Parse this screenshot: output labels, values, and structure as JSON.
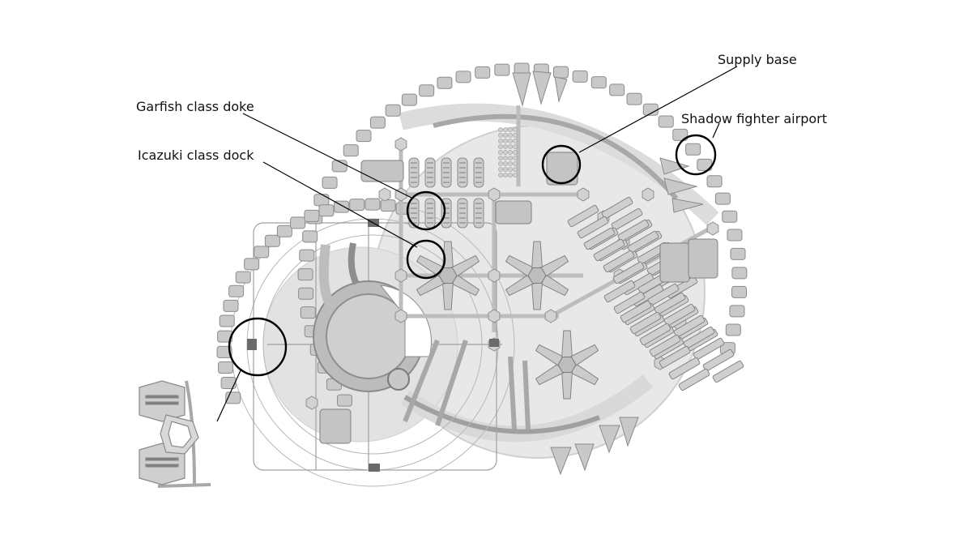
{
  "labels": {
    "supply_base": "Supply base",
    "garfish_dock": "Garfish class doke",
    "shadow_fighter_airport": "Shadow fighter airport",
    "icazuki_dock": "Icazuki class dock"
  },
  "colors": {
    "background": "#ffffff",
    "disc_light": "#e6e6e6",
    "structure_mid": "#cfcfcf",
    "structure_dark": "#9a9a9a",
    "outline": "#7a7a7a",
    "callout": "#000000"
  }
}
